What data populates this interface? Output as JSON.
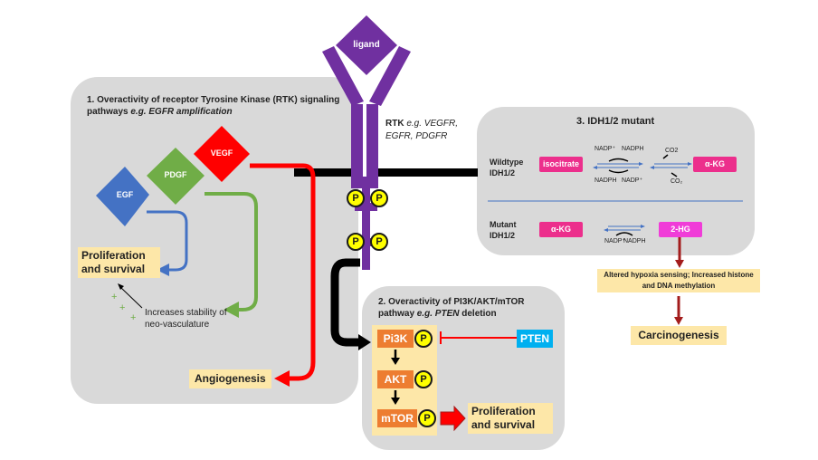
{
  "ligand": "ligand",
  "rtk": {
    "label": "RTK",
    "examples": "e.g. VEGFR, EGFR, PDGFR"
  },
  "box1": {
    "title": "1. Overactivity of receptor Tyrosine Kinase (RTK) signaling pathways",
    "title_example": "e.g. EGFR amplification",
    "vegf": "VEGF",
    "pdgf": "PDGF",
    "egf": "EGF",
    "proliferation": "Proliferation and survival",
    "stability": "Increases stability of neo-vasculature",
    "angiogenesis": "Angiogenesis"
  },
  "box2": {
    "title": "2. Overactivity of PI3K/AKT/mTOR pathway",
    "title_example": "e.g. PTEN",
    "title_suffix": "deletion",
    "pi3k": "Pi3K",
    "akt": "AKT",
    "mtor": "mTOR",
    "pten": "PTEN",
    "proliferation": "Proliferation and survival"
  },
  "box3": {
    "title": "3. IDH1/2 mutant",
    "wildtype_label": "Wildtype IDH1/2",
    "isocitrate": "isocitrate",
    "akg": "α-KG",
    "nadp_plus": "NADP⁺",
    "nadph": "NADPH",
    "co2": "CO2",
    "co2_sub": "CO₂",
    "mutant_label": "Mutant IDH1/2",
    "mut_akg": "α-KG",
    "hg": "2-HG"
  },
  "hypoxia": "Altered hypoxia sensing; Increased histone and DNA methylation",
  "carcinogenesis": "Carcinogenesis",
  "phospho": "P",
  "colors": {
    "purple": "#7030a0",
    "vegf": "#ff0000",
    "pdgf": "#70ad47",
    "egf": "#4472c4",
    "pink": "#ec2f8c",
    "pink_light": "#f03cd8",
    "pten": "#00b0f0",
    "orange": "#ed7d31",
    "yellow_box": "#fde7a8",
    "dark_red": "#a31c1c"
  }
}
